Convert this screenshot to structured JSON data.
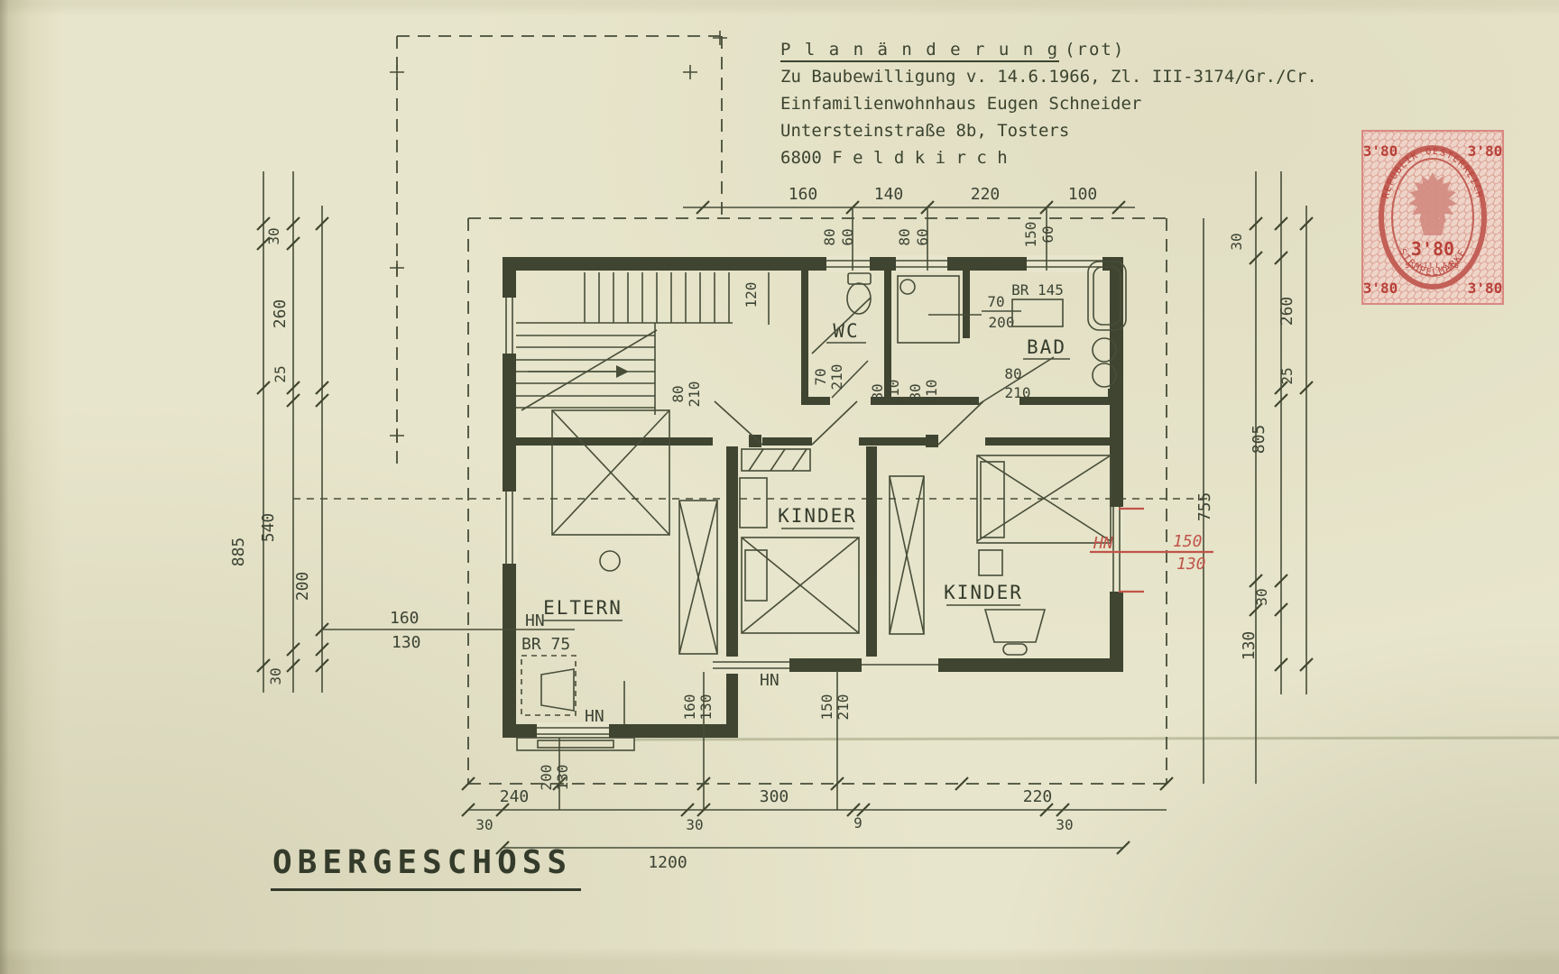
{
  "header": {
    "line1": "P l a n ä n d e r u n g",
    "line1_suffix": "(rot)",
    "line2": "Zu Baubewilligung v. 14.6.1966, Zl. III-3174/Gr./Cr.",
    "line3": "Einfamilienwohnhaus Eugen Schneider",
    "line4": "Untersteinstraße 8b, Tosters",
    "line5": "6800  F e l d k i r c h"
  },
  "plan_title": "OBERGESCHOSS",
  "rooms": {
    "wc": "WC",
    "bad": "BAD",
    "eltern": "ELTERN",
    "kinder1": "KINDER",
    "kinder2": "KINDER"
  },
  "labels": {
    "hn": "HN",
    "br_bad": "BR 145",
    "br_eltern": "BR 75",
    "stair_width": "120"
  },
  "dims": {
    "top_chain": [
      "160",
      "140",
      "220",
      "100"
    ],
    "top_windows": [
      [
        "80",
        "60"
      ],
      [
        "80",
        "60"
      ],
      [
        "150",
        "60"
      ]
    ],
    "left": {
      "s30a": "30",
      "s260": "260",
      "s25": "25",
      "s540": "540",
      "s200": "200",
      "s30b": "30",
      "total": "885"
    },
    "right": {
      "s30a": "30",
      "s260": "260",
      "s25": "25",
      "d805": "805",
      "d755": "755",
      "s30b": "30",
      "s130": "130"
    },
    "bottom": {
      "c240": "240",
      "c300": "300",
      "c220": "220",
      "s30a": "30",
      "s30b": "30",
      "s9": "9",
      "s30c": "30",
      "total": "1200",
      "w200": [
        "200",
        "130"
      ],
      "w160": [
        "160",
        "130"
      ],
      "w150": [
        "150",
        "210"
      ]
    },
    "doors": {
      "eltern": [
        "80",
        "210"
      ],
      "wc": [
        "70",
        "210"
      ],
      "kinder1": [
        "80",
        "210"
      ],
      "kinder2": [
        "80",
        "210"
      ],
      "bad": [
        "80",
        "210"
      ]
    },
    "shower": [
      "70",
      "200"
    ],
    "eltern_window": [
      "160",
      "130"
    ]
  },
  "redline": {
    "hn": "HN",
    "value_top": "150",
    "value_bottom": "130"
  },
  "stamp": {
    "corner_tl": "3'80",
    "corner_tr": "3'80",
    "corner_bl": "3'80",
    "corner_br": "3'80",
    "center_value": "3'80",
    "center_unit": "SCHILLING",
    "arc_top": "REPUBLIK OESTERREICH",
    "arc_bottom": "STEMPELMARKE",
    "color_main": "#c1564e",
    "color_text": "#b5342e"
  }
}
